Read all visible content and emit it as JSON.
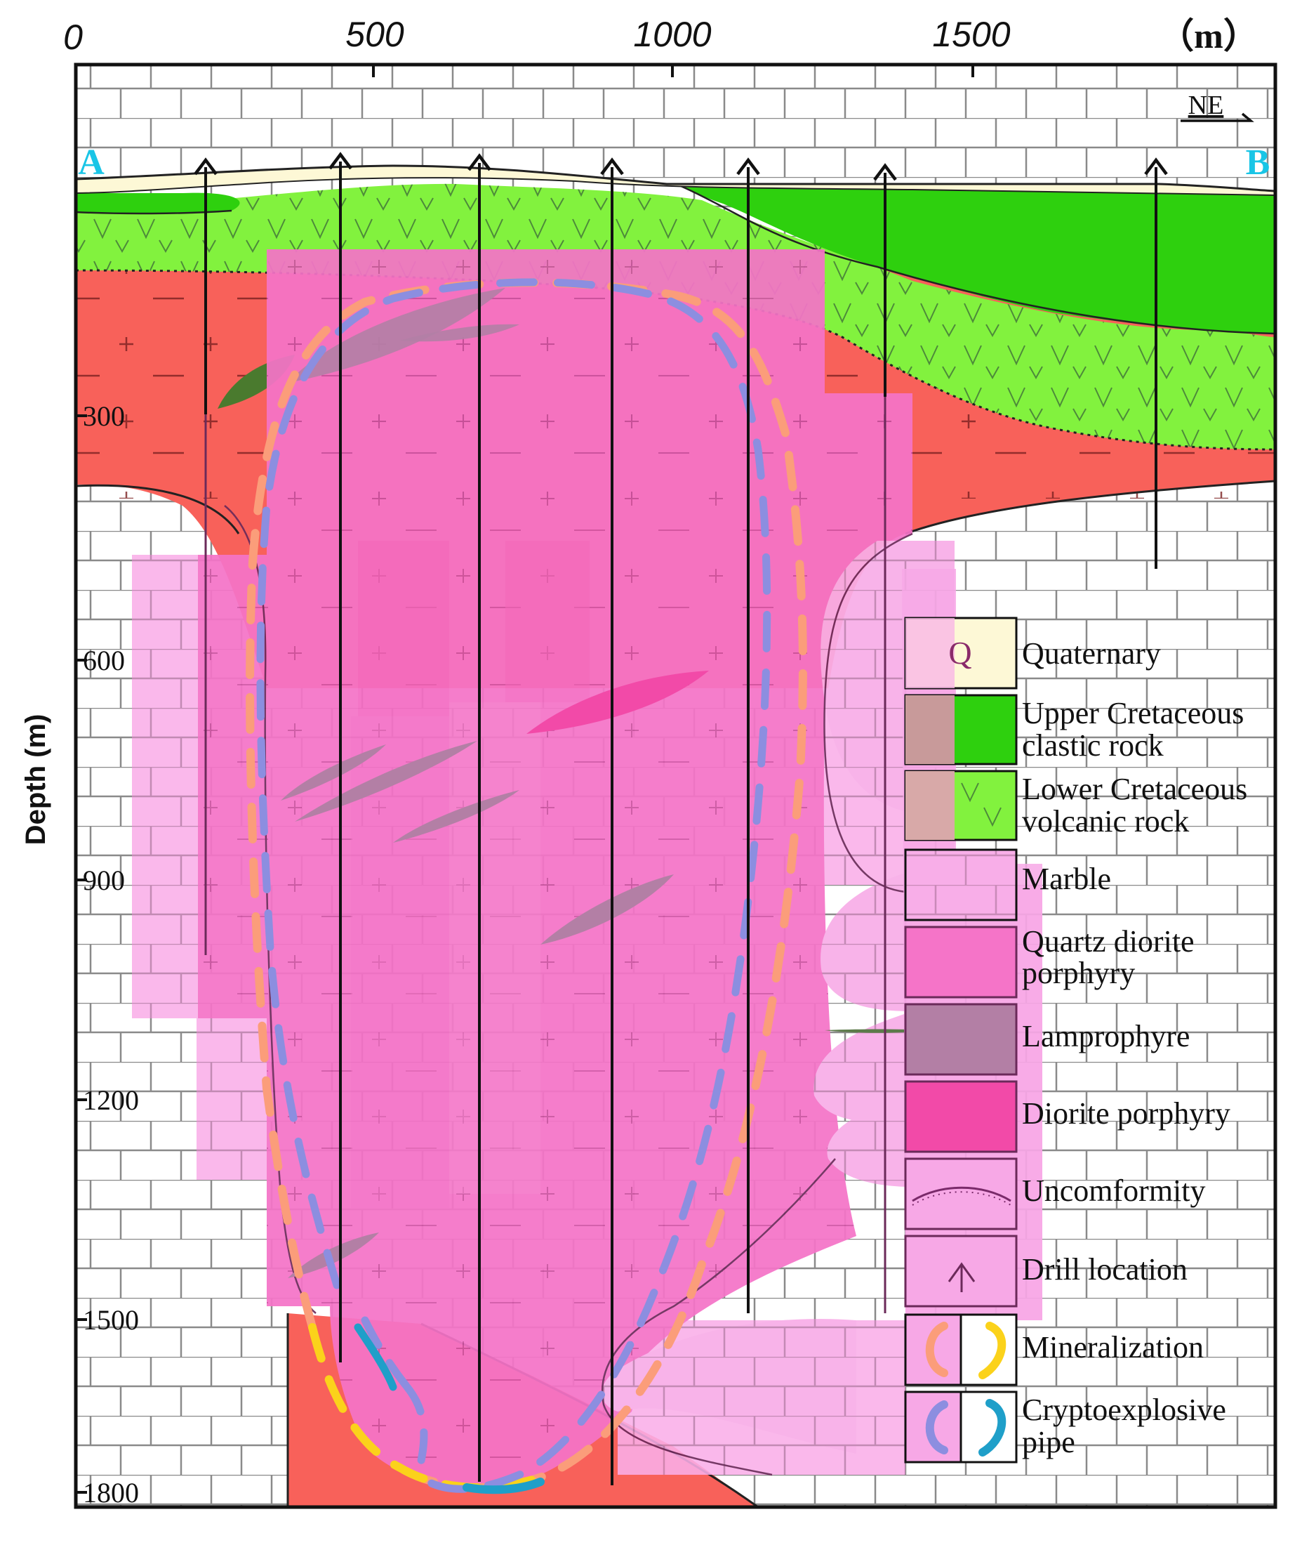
{
  "figure": {
    "x_axis": {
      "ticks": [
        "0",
        "500",
        "1000",
        "1500"
      ],
      "unit": "（m）"
    },
    "y_axis": {
      "label": "Depth (m)",
      "ticks": [
        "300",
        "600",
        "900",
        "1200",
        "1500",
        "1800"
      ]
    },
    "direction_label": "NE",
    "section_start": "A",
    "section_end": "B",
    "colors": {
      "quaternary": "#fdf8d6",
      "upper_cretaceous": "#2ed00e",
      "lower_cretaceous": "#82f23e",
      "granite_red": "#f8615a",
      "marble_bg": "#ffffff",
      "overlay_pink": "#f574c8",
      "overlay_light": "#f7a8e6",
      "lamprophyre": "#b37fa5",
      "diorite_porphyry": "#f24aa8",
      "mineralization_orange": "#fb9d7a",
      "mineralization_yellow": "#fbd21b",
      "pipe_blue": "#8c8ee0",
      "pipe_teal": "#1f9fc9",
      "label_cyan": "#19c5e6"
    }
  },
  "legend": {
    "items": [
      {
        "id": "quaternary",
        "symbol": "Q",
        "label_lines": [
          "Quaternary"
        ]
      },
      {
        "id": "upper-cretaceous",
        "symbol": "",
        "label_lines": [
          "Upper Cretaceous",
          "clastic rock"
        ]
      },
      {
        "id": "lower-cretaceous",
        "symbol": "",
        "label_lines": [
          "Lower Cretaceous",
          "volcanic rock"
        ]
      },
      {
        "id": "marble",
        "symbol": "",
        "label_lines": [
          "Marble"
        ]
      },
      {
        "id": "quartz-diorite",
        "symbol": "",
        "label_lines": [
          "Quartz diorite",
          "porphyry"
        ]
      },
      {
        "id": "lamprophyre",
        "symbol": "",
        "label_lines": [
          "Lamprophyre"
        ]
      },
      {
        "id": "diorite-porphyry",
        "symbol": "",
        "label_lines": [
          "Diorite porphyry"
        ]
      },
      {
        "id": "uncomformity",
        "symbol": "",
        "label_lines": [
          "Uncomformity"
        ]
      },
      {
        "id": "drill-location",
        "symbol": "",
        "label_lines": [
          "Drill location"
        ]
      },
      {
        "id": "mineralization",
        "symbol": "",
        "label_lines": [
          "Mineralization"
        ]
      },
      {
        "id": "cryptoexplosive-pipe",
        "symbol": "",
        "label_lines": [
          "Cryptoexplosive",
          "pipe"
        ]
      }
    ]
  }
}
